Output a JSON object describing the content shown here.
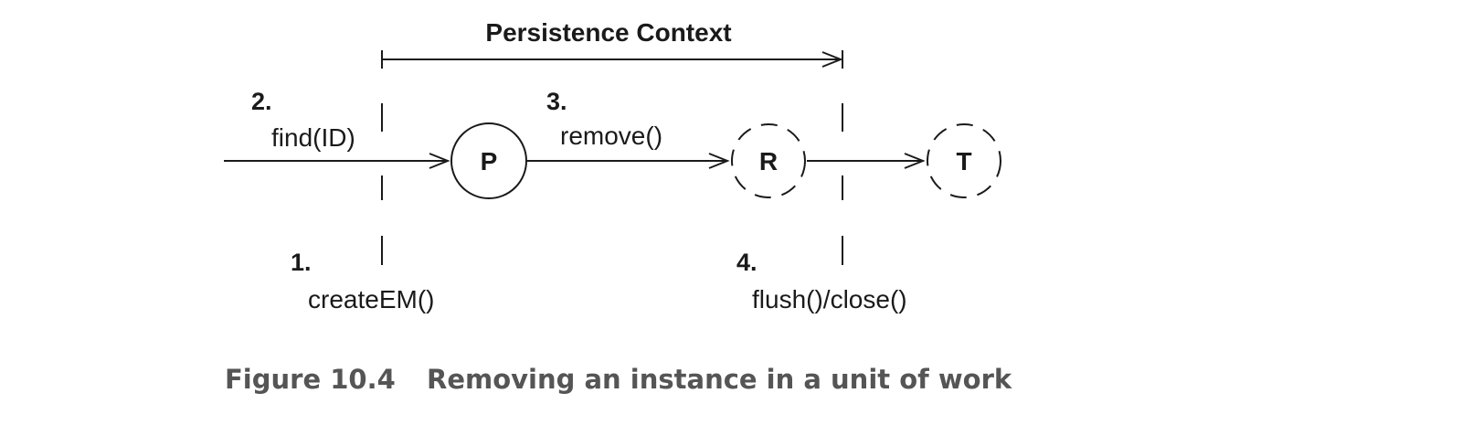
{
  "context": {
    "title": "Persistence Context"
  },
  "steps": [
    {
      "number": "1.",
      "label": "createEM()"
    },
    {
      "number": "2.",
      "label": "find(ID)"
    },
    {
      "number": "3.",
      "label": "remove()"
    },
    {
      "number": "4.",
      "label": "flush()/close()"
    }
  ],
  "states": [
    {
      "letter": "P",
      "icon": "solid-circle-icon"
    },
    {
      "letter": "R",
      "icon": "dashed-circle-icon"
    },
    {
      "letter": "T",
      "icon": "dashed-circle-icon"
    }
  ],
  "caption": {
    "figure": "Figure 10.4",
    "text": "Removing an instance in a unit of work"
  },
  "colors": {
    "stroke": "#1a1a1a",
    "caption": "#555555"
  }
}
